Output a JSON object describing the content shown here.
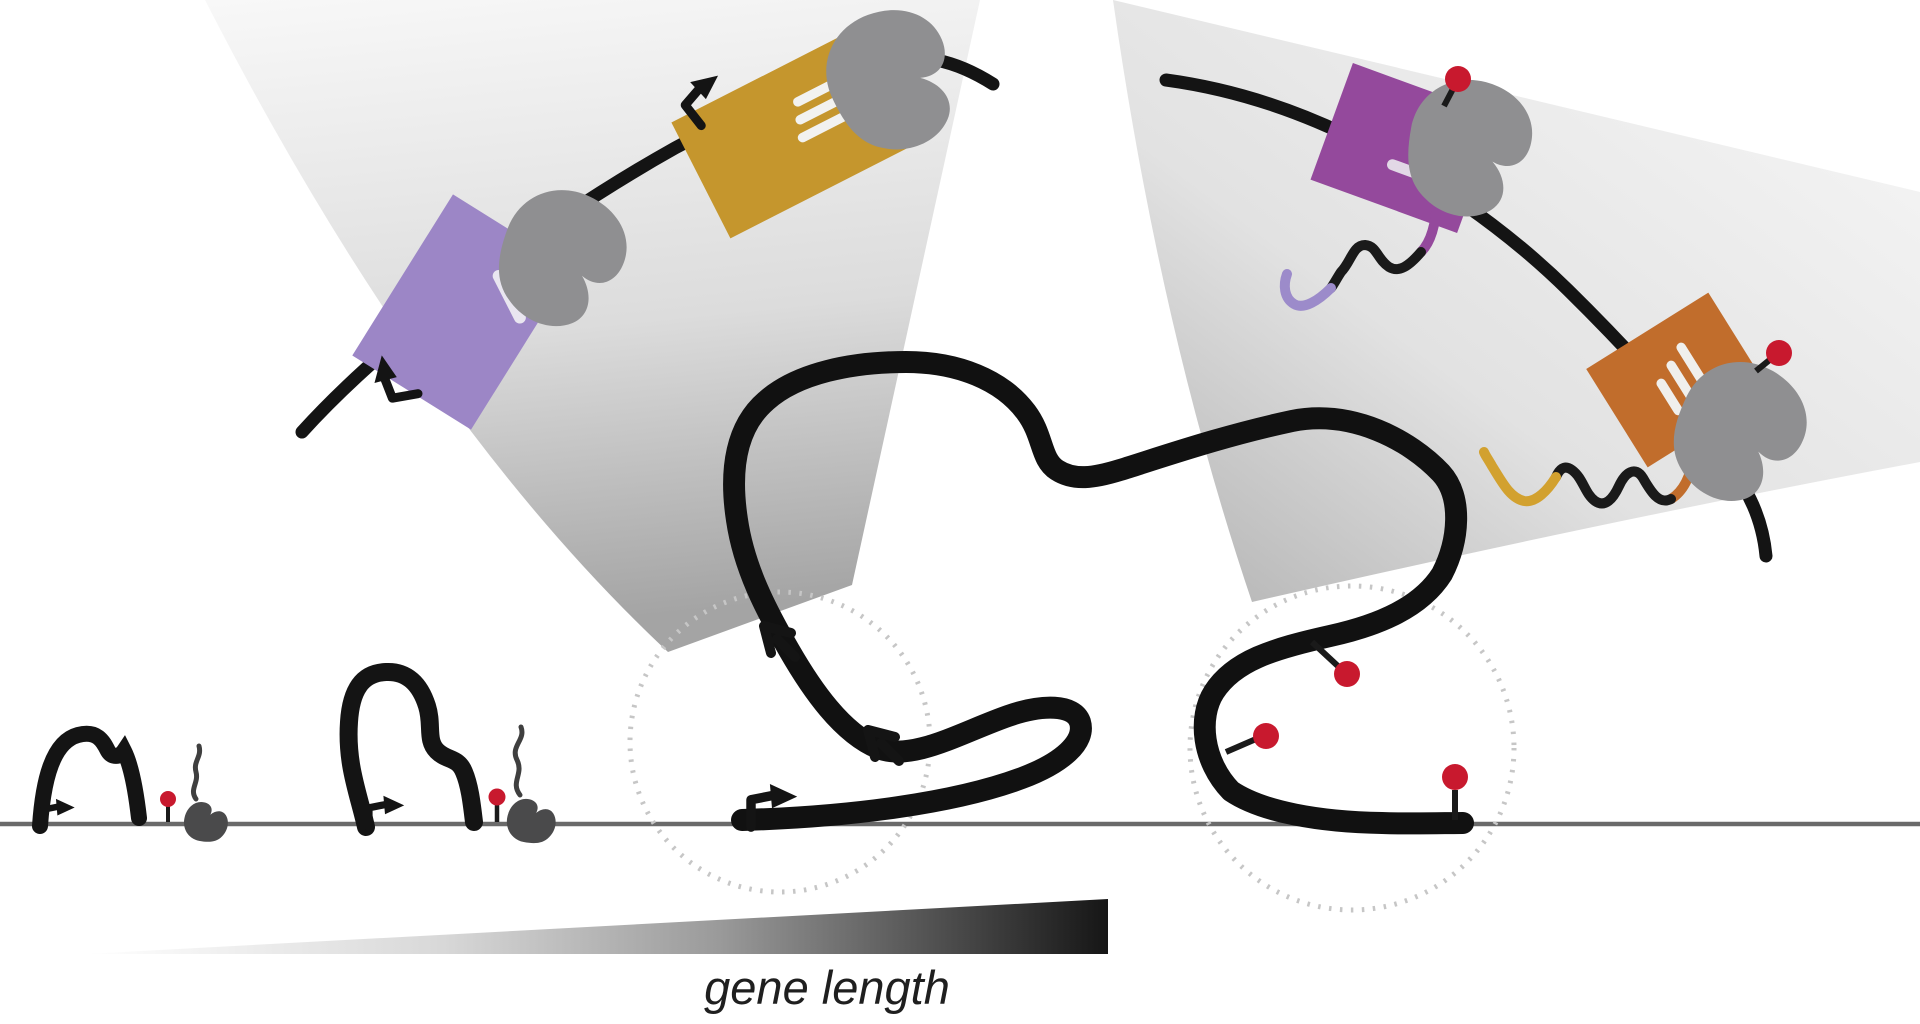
{
  "figure": {
    "background": "#ffffff",
    "caption": {
      "gene_length_label": "gene length"
    },
    "palette": {
      "dna_line": "#6a6a6a",
      "gene_body": "#141414",
      "polymerase_large": "#8f8f91",
      "polymerase_small": "#4a4a4b",
      "red_mark": "#c8192e",
      "rect_purple_light": "#9c86c6",
      "rect_gold": "#c5962d",
      "rect_purple_dark": "#94499c",
      "rect_orange": "#c16d2c",
      "rna_lavender": "#9c8bca",
      "rna_gold": "#d2a12f",
      "rna_orange": "#c87434",
      "spotlight_gray": "#a8a8a8",
      "dotted_circle": "#c6c6c6",
      "wedge_dark_end": "#141414"
    },
    "inventory": {
      "small_genes": 2,
      "zoom_circles": 2,
      "left_circle_chevron_arrows": 2,
      "right_circle_red_marks": 3,
      "left_spotlight_polymerase_colors": [
        "purple-light",
        "gold"
      ],
      "right_spotlight_polymerase_colors": [
        "purple-dark",
        "orange"
      ],
      "promoter_arrows": 5
    }
  }
}
